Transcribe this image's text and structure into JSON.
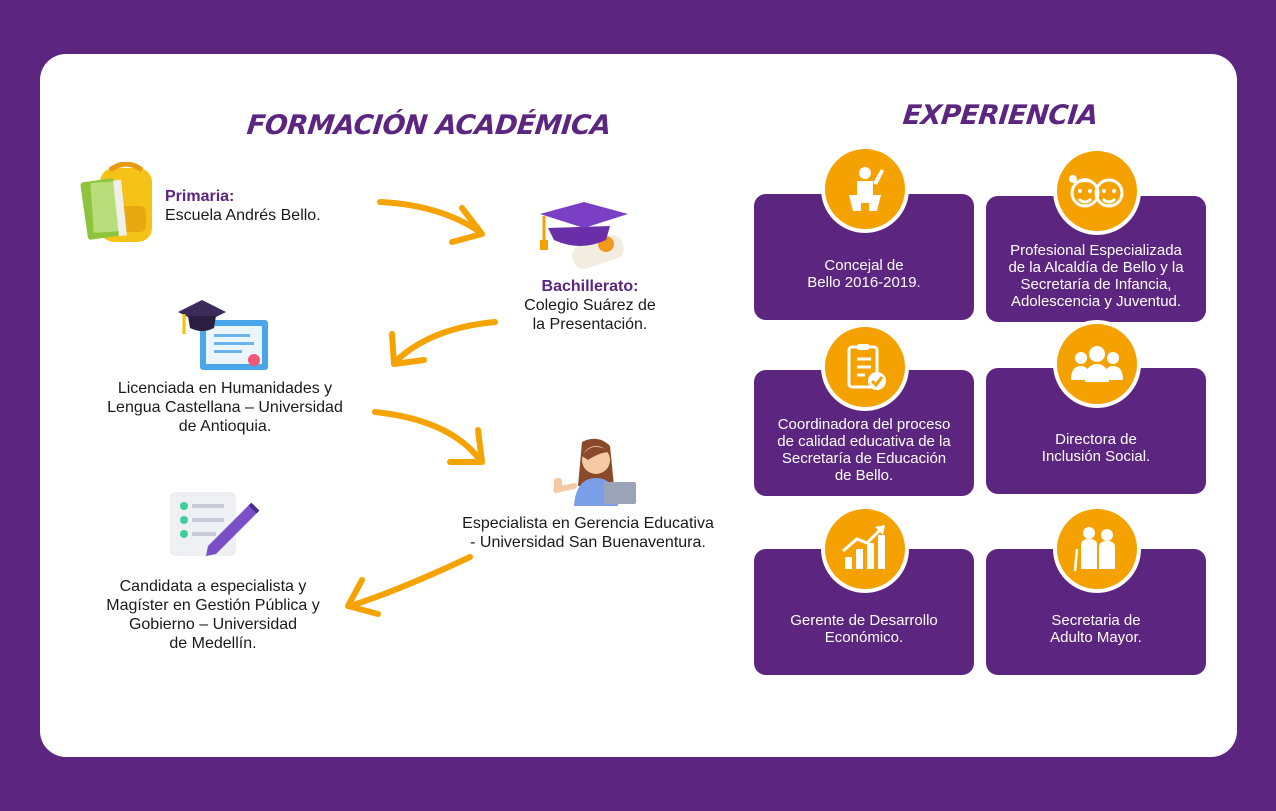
{
  "titles": {
    "formacion": "FORMACIÓN ACADÉMICA",
    "experiencia": "EXPERIENCIA"
  },
  "education": {
    "primaria": {
      "heading": "Primaria:",
      "text": "Escuela Andrés Bello."
    },
    "bachillerato": {
      "heading": "Bachillerato:",
      "line1": "Colegio Suárez de",
      "line2": "la Presentación."
    },
    "licenciada": {
      "line1": "Licenciada en Humanidades y",
      "line2": "Lengua Castellana – Universidad",
      "line3": "de Antioquia."
    },
    "especialista": {
      "line1": "Especialista en Gerencia Educativa",
      "line2": "- Universidad San Buenaventura."
    },
    "candidata": {
      "line1": "Candidata a especialista y",
      "line2": "Magíster en Gestión Pública y",
      "line3": "Gobierno – Universidad",
      "line4": "de Medellín."
    }
  },
  "experience": [
    {
      "icon": "podium-speaker-icon",
      "lines": [
        "Concejal de",
        "Bello 2016-2019."
      ]
    },
    {
      "icon": "children-faces-icon",
      "lines": [
        "Profesional Especializada",
        "de la Alcaldía de Bello y la",
        "Secretaría de Infancia,",
        "Adolescencia y Juventud."
      ]
    },
    {
      "icon": "clipboard-check-icon",
      "lines": [
        "Coordinadora del proceso",
        "de calidad educativa de la",
        "Secretaría de Educación",
        "de Bello."
      ]
    },
    {
      "icon": "group-people-icon",
      "lines": [
        "Directora de",
        "Inclusión Social."
      ]
    },
    {
      "icon": "growth-chart-icon",
      "lines": [
        "Gerente de Desarrollo",
        "Económico."
      ]
    },
    {
      "icon": "elderly-couple-icon",
      "lines": [
        "Secretaria de",
        "Adulto Mayor."
      ]
    }
  ],
  "colors": {
    "purple": "#5c2580",
    "orange": "#f5a100",
    "white": "#ffffff"
  }
}
